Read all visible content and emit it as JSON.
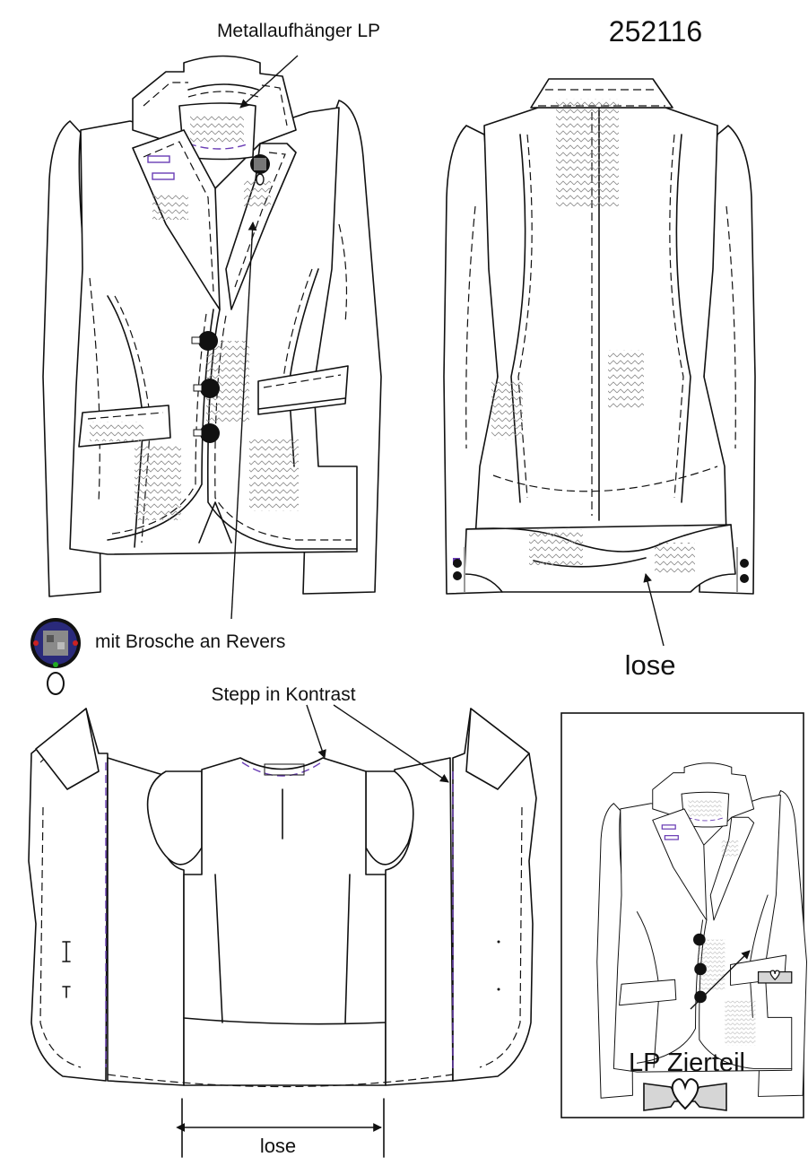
{
  "style_number": "252116",
  "labels": {
    "hanger": "Metallaufhänger LP",
    "brooch": "mit Brosche an Revers",
    "loose_back": "lose",
    "contrast_stitch": "Stepp in Kontrast",
    "loose_lining": "lose",
    "trim_part": "LP Zierteil"
  },
  "colors": {
    "line": "#111111",
    "contrast_stitch": "#6a3db5",
    "hem_band": "#222222",
    "pattern": "#8a8a8a",
    "trim_fill": "#d6d6d6"
  },
  "icons": {
    "brooch": "brooch-icon",
    "button": "button-icon",
    "heart_trim": "heart-trim-icon",
    "herringbone": "herringbone-pattern-icon"
  }
}
